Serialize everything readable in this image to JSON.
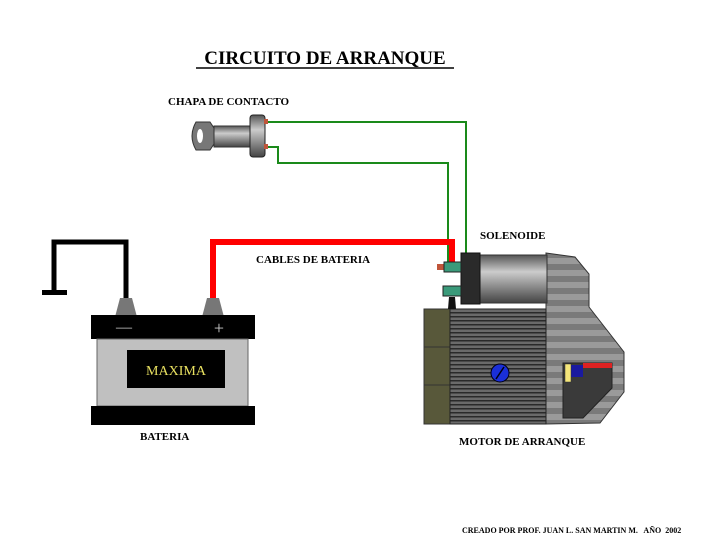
{
  "title": "CIRCUITO DE ARRANQUE",
  "labels": {
    "ignition": "CHAPA DE CONTACTO",
    "solenoid": "SOLENOIDE",
    "cables": "CABLES DE BATERIA",
    "battery": "BATERIA",
    "motor": "MOTOR DE ARRANQUE",
    "battery_brand": "MAXIMA",
    "negative": "—",
    "positive": "+"
  },
  "credit": "CREADO POR PROF. JUAN L. SAN MARTIN M.   AÑO  2002",
  "colors": {
    "control_wire": "#1a8a1a",
    "positive_cable": "#ff0000",
    "ground_cable": "#000000",
    "brand_text": "#e8e060"
  }
}
